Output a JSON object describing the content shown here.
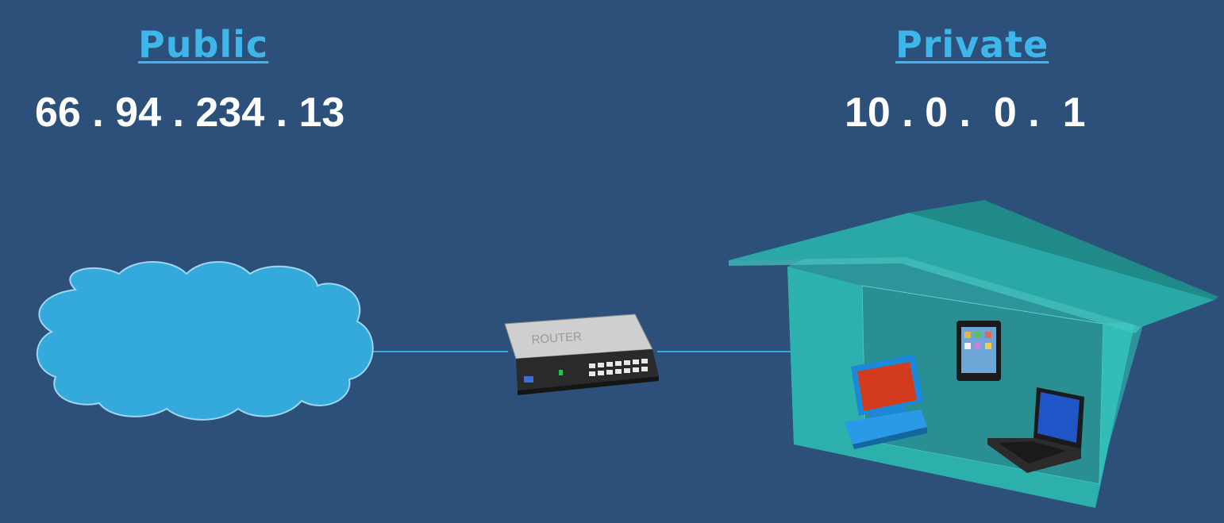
{
  "public": {
    "heading": "Public",
    "ip": "66 . 94 . 234 . 13"
  },
  "private": {
    "heading": "Private",
    "ip": "10 . 0 .  0 .  1"
  },
  "router": {
    "label": "ROUTER"
  },
  "icons": [
    "cloud-icon",
    "router-icon",
    "house-icon",
    "desktop-computer-icon",
    "tablet-icon",
    "laptop-icon"
  ],
  "colors": {
    "background": "#2c5079",
    "heading": "#3fb6ea",
    "ip_text": "#ffffff",
    "cloud": "#33a9dc",
    "house": "#2aa8a8",
    "link": "#3aa8e0"
  }
}
